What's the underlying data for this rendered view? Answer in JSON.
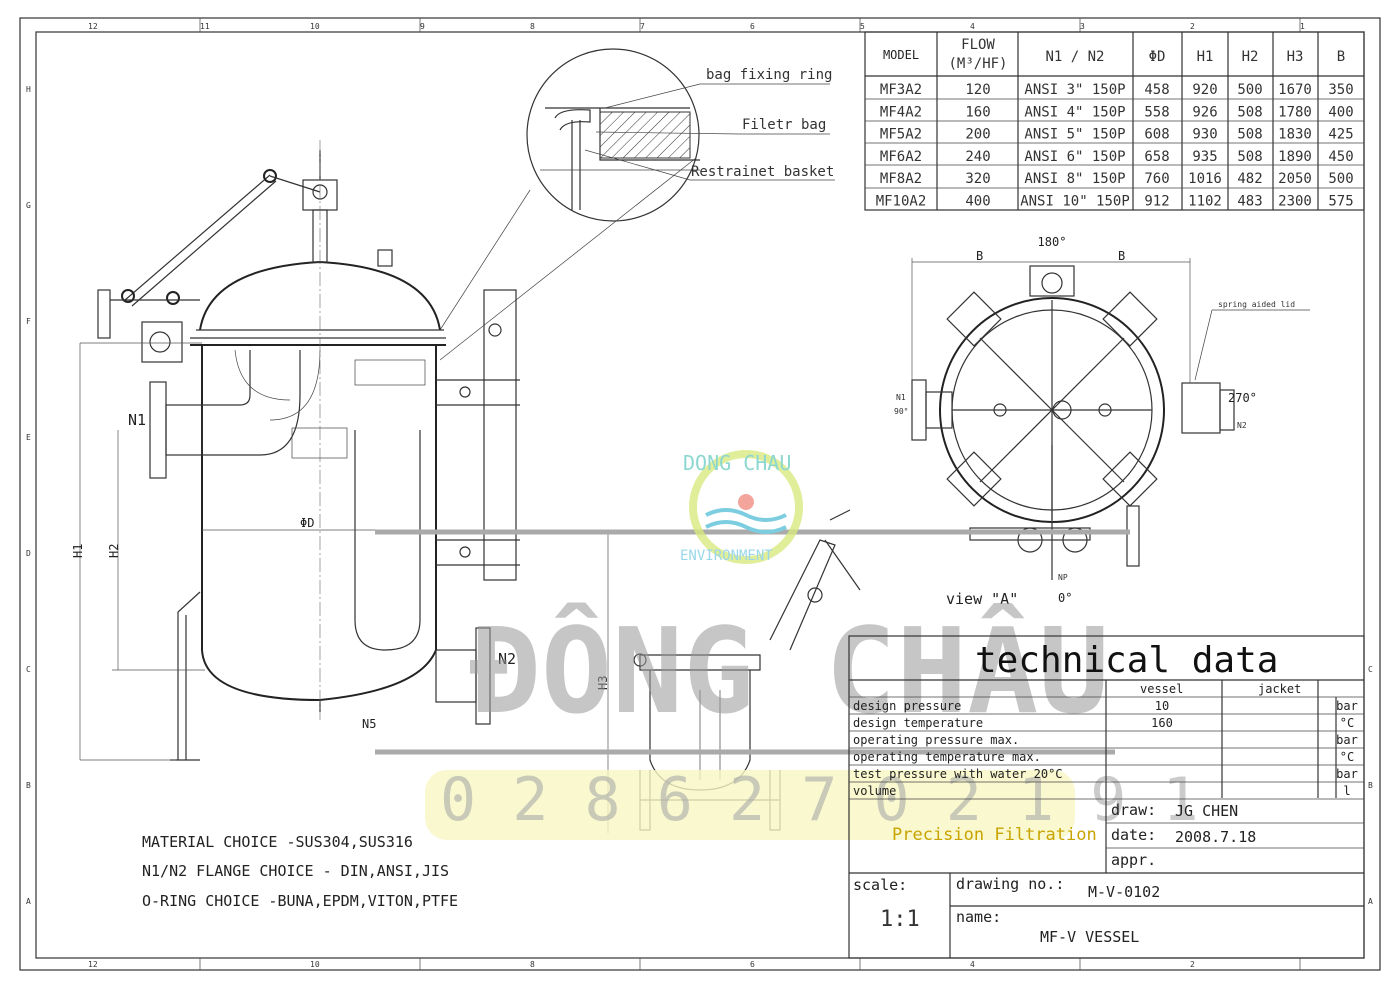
{
  "frame_labels": {
    "cols": [
      "12",
      "11",
      "10",
      "9",
      "8",
      "7",
      "6",
      "5",
      "4",
      "3",
      "2",
      "1"
    ],
    "rows": [
      "H",
      "G",
      "F",
      "E",
      "D",
      "C",
      "B",
      "A"
    ]
  },
  "spec_table": {
    "headers": [
      "MODEL",
      "FLOW",
      "(M³/HF)",
      "N1 / N2",
      "ΦD",
      "H1",
      "H2",
      "H3",
      "B"
    ],
    "rows": [
      [
        "MF3A2",
        "120",
        "ANSI 3\" 150P",
        "458",
        "920",
        "500",
        "1670",
        "350"
      ],
      [
        "MF4A2",
        "160",
        "ANSI 4\" 150P",
        "558",
        "926",
        "508",
        "1780",
        "400"
      ],
      [
        "MF5A2",
        "200",
        "ANSI 5\" 150P",
        "608",
        "930",
        "508",
        "1830",
        "425"
      ],
      [
        "MF6A2",
        "240",
        "ANSI 6\" 150P",
        "658",
        "935",
        "508",
        "1890",
        "450"
      ],
      [
        "MF8A2",
        "320",
        "ANSI 8\" 150P",
        "760",
        "1016",
        "482",
        "2050",
        "500"
      ],
      [
        "MF10A2",
        "400",
        "ANSI 10\" 150P",
        "912",
        "1102",
        "483",
        "2300",
        "575"
      ]
    ]
  },
  "detail_labels": {
    "ring": "bag fixing ring",
    "bag": "Filetr bag",
    "basket": "Restrainet basket"
  },
  "front_view": {
    "n1": "N1",
    "n2": "N2",
    "n5": "N5",
    "h1": "H1",
    "h2": "H2",
    "h3": "H3",
    "od": "ΦD"
  },
  "top_view": {
    "angle_top": "180°",
    "b_left": "B",
    "b_right": "B",
    "spring": "spring aided lid",
    "angle_right": "270°",
    "n2": "N2",
    "n1": "N1",
    "angle_left": "90°",
    "np": "NP",
    "angle_bottom": "0°",
    "view": "view \"A\""
  },
  "watermark": {
    "name": "ĐÔNG CHÂU",
    "phone": "0 2 8 6 2 7 0 2 1 9 1",
    "logo_top": "DONG CHAU",
    "logo_bottom": "ENVIRONMENT",
    "tagline": "Precision Filtration"
  },
  "notes": [
    "MATERIAL CHOICE -SUS304,SUS316",
    "N1/N2 FLANGE CHOICE - DIN,ANSI,JIS",
    "O-RING  CHOICE -BUNA,EPDM,VITON,PTFE"
  ],
  "tech_data": {
    "title": "technical data",
    "col_vessel": "vessel",
    "col_jacket": "jacket",
    "rows": [
      {
        "label": "design pressure",
        "vessel": "10",
        "unit": "bar"
      },
      {
        "label": "design temperature",
        "vessel": "160",
        "unit": "°C"
      },
      {
        "label": "operating pressure max.",
        "vessel": "",
        "unit": "bar"
      },
      {
        "label": "operating temperature max.",
        "vessel": "",
        "unit": "°C"
      },
      {
        "label": "test pressure with water 20°C",
        "vessel": "",
        "unit": "bar"
      },
      {
        "label": "volume",
        "vessel": "",
        "unit": "l"
      }
    ]
  },
  "title_block": {
    "draw_label": "draw:",
    "draw_value": "JG CHEN",
    "date_label": "date:",
    "date_value": "2008.7.18",
    "appr_label": "appr.",
    "scale_label": "scale:",
    "scale_value": "1:1",
    "drawing_no_label": "drawing no.:",
    "drawing_no_value": "M-V-0102",
    "name_label": "name:",
    "name_value": "MF-V  VESSEL"
  }
}
